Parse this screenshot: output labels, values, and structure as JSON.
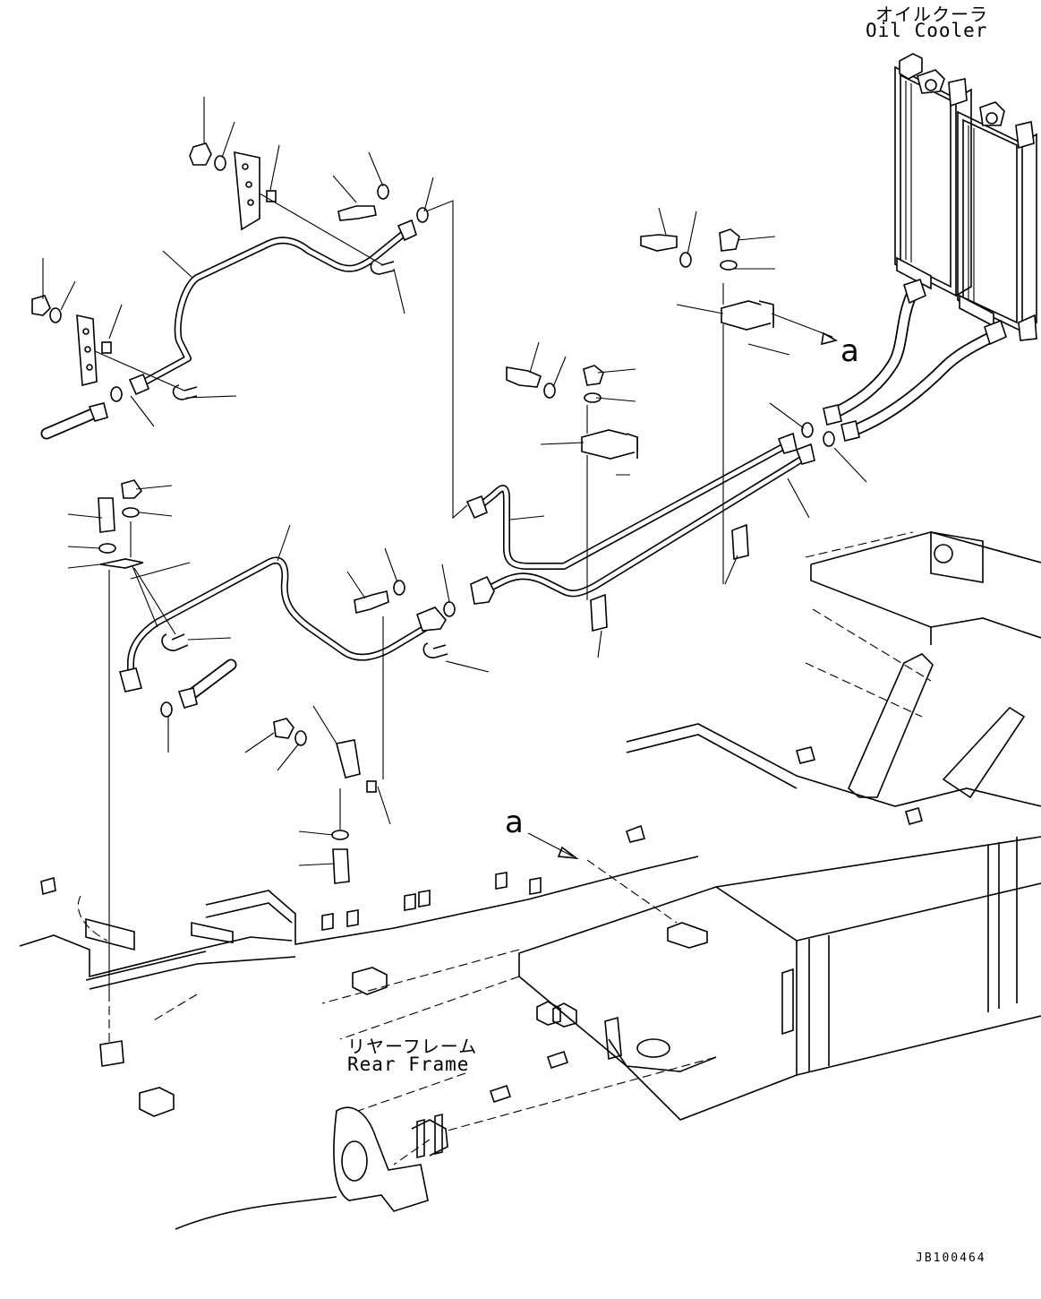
{
  "labels": {
    "oil_cooler_jp": "オイルクーラ",
    "oil_cooler_en": "Oil Cooler",
    "rear_frame_jp": "リヤーフレーム",
    "rear_frame_en": "Rear Frame",
    "view_a_upper": "a",
    "view_a_lower": "a",
    "drawing_code": "JB100464"
  }
}
